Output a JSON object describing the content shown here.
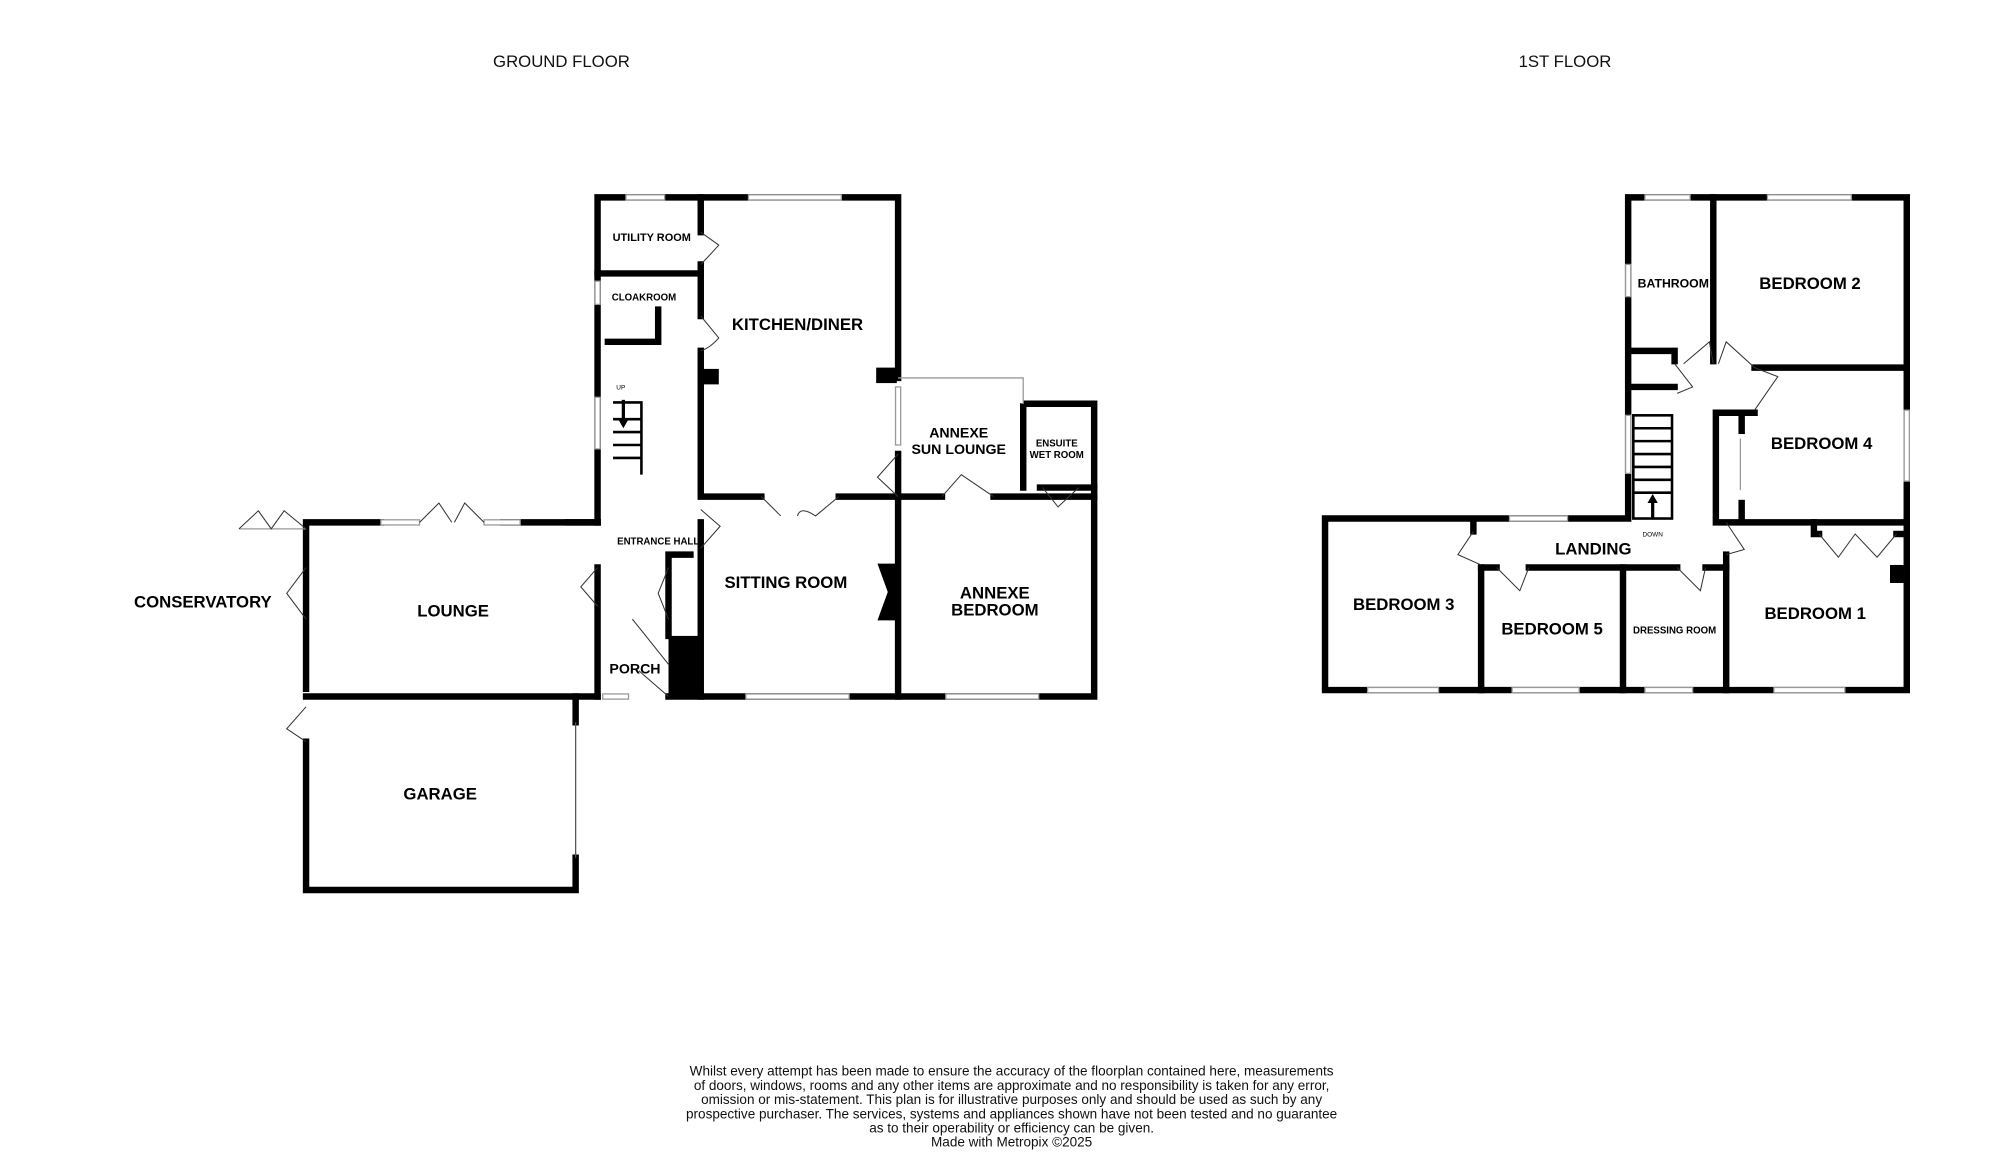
{
  "ground_floor": {
    "title": "GROUND FLOOR",
    "rooms": {
      "utility": "UTILITY ROOM",
      "cloakroom": "CLOAKROOM",
      "kitchen": "KITCHEN/DINER",
      "sun_lounge_1": "ANNEXE",
      "sun_lounge_2": "SUN LOUNGE",
      "ensuite_1": "ENSUITE",
      "ensuite_2": "WET ROOM",
      "entrance_hall": "ENTRANCE HALL",
      "sitting_room": "SITTING ROOM",
      "annexe_bedroom_1": "ANNEXE",
      "annexe_bedroom_2": "BEDROOM",
      "conservatory": "CONSERVATORY",
      "lounge": "LOUNGE",
      "porch": "PORCH",
      "garage": "GARAGE"
    },
    "stairs_label": "UP"
  },
  "first_floor": {
    "title": "1ST FLOOR",
    "rooms": {
      "bathroom": "BATHROOM",
      "bedroom_2": "BEDROOM 2",
      "bedroom_4": "BEDROOM 4",
      "landing": "LANDING",
      "bedroom_3": "BEDROOM 3",
      "bedroom_5": "BEDROOM 5",
      "dressing_room": "DRESSING ROOM",
      "bedroom_1": "BEDROOM 1"
    },
    "stairs_label": "DOWN"
  },
  "disclaimer": [
    "Whilst every attempt has been made to ensure the accuracy of the floorplan contained here, measurements",
    "of doors, windows, rooms and any other items are approximate and no responsibility is taken for any error,",
    "omission or mis-statement. This plan is for illustrative purposes only and should be used as such by any",
    "prospective purchaser. The services, systems and appliances shown have not been tested and no guarantee",
    "as to their operability or efficiency can be given.",
    "Made with Metropix ©2025"
  ]
}
